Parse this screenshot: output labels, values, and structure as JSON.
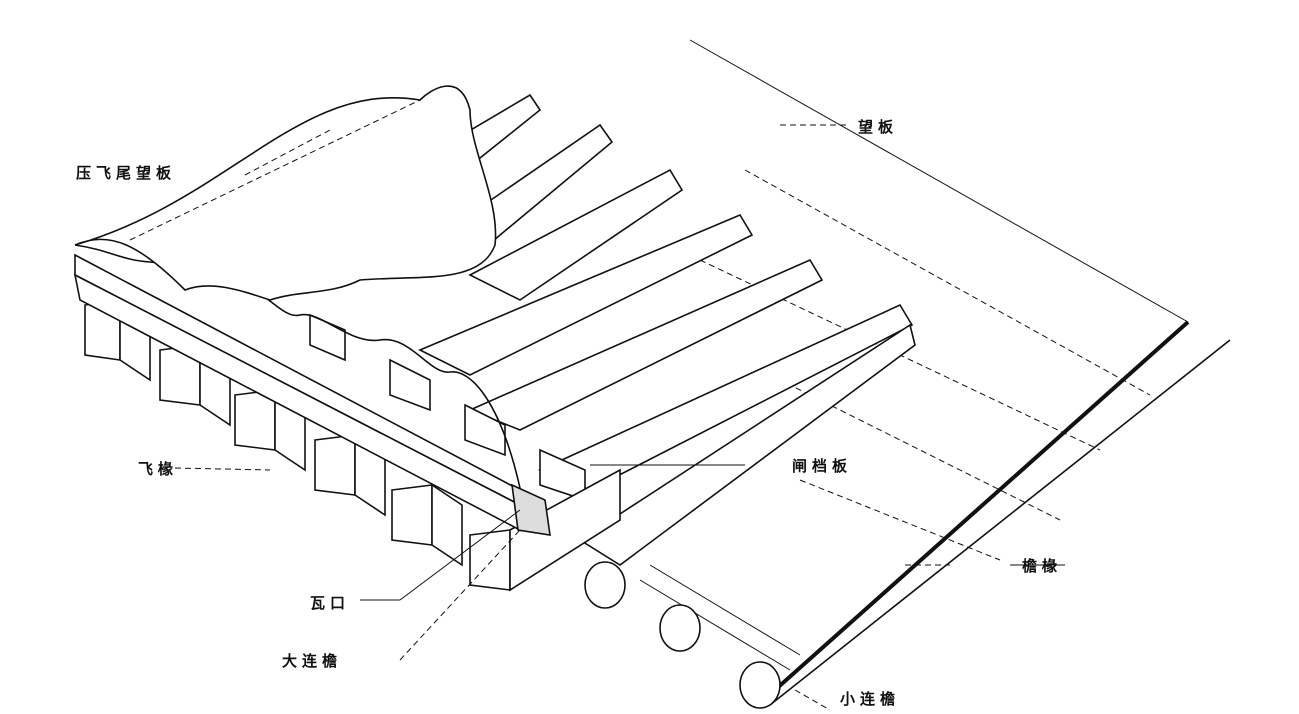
{
  "title": "Roof eave construction diagram",
  "labels": {
    "yafeiwei_wangban": "压飞尾望板",
    "wangban": "望板",
    "zhadangban": "闸档板",
    "feichuan": "飞椽",
    "yanchuan": "檐椽",
    "wakou": "瓦口",
    "dalianyan": "大连檐",
    "xiaolianyan": "小连檐"
  },
  "colors": {
    "ink": "#111111",
    "paper": "#ffffff"
  }
}
